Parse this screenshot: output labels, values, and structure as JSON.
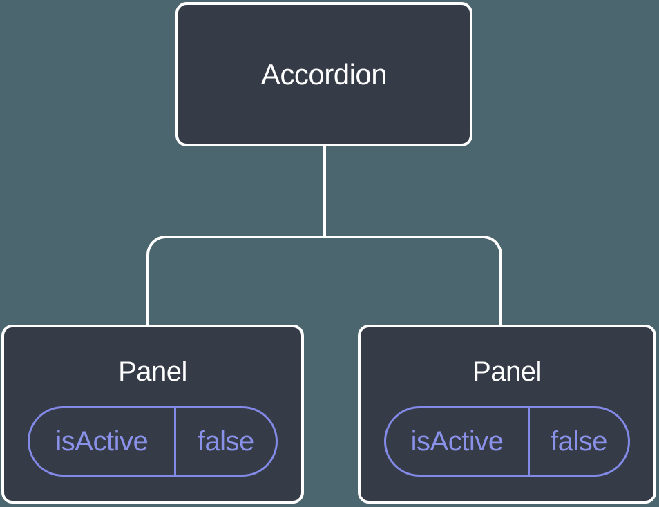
{
  "diagram": {
    "type": "component-tree",
    "root": {
      "label": "Accordion"
    },
    "children": [
      {
        "label": "Panel",
        "state": {
          "key": "isActive",
          "value": "false"
        }
      },
      {
        "label": "Panel",
        "state": {
          "key": "isActive",
          "value": "false"
        }
      }
    ]
  },
  "colors": {
    "background": "#4B666E",
    "node_fill": "#353B47",
    "node_border": "#FFFFFF",
    "connector": "#FFFFFF",
    "state_accent": "#8289E6",
    "state_text": "#8A91E9",
    "title_text": "#FFFFFF"
  }
}
